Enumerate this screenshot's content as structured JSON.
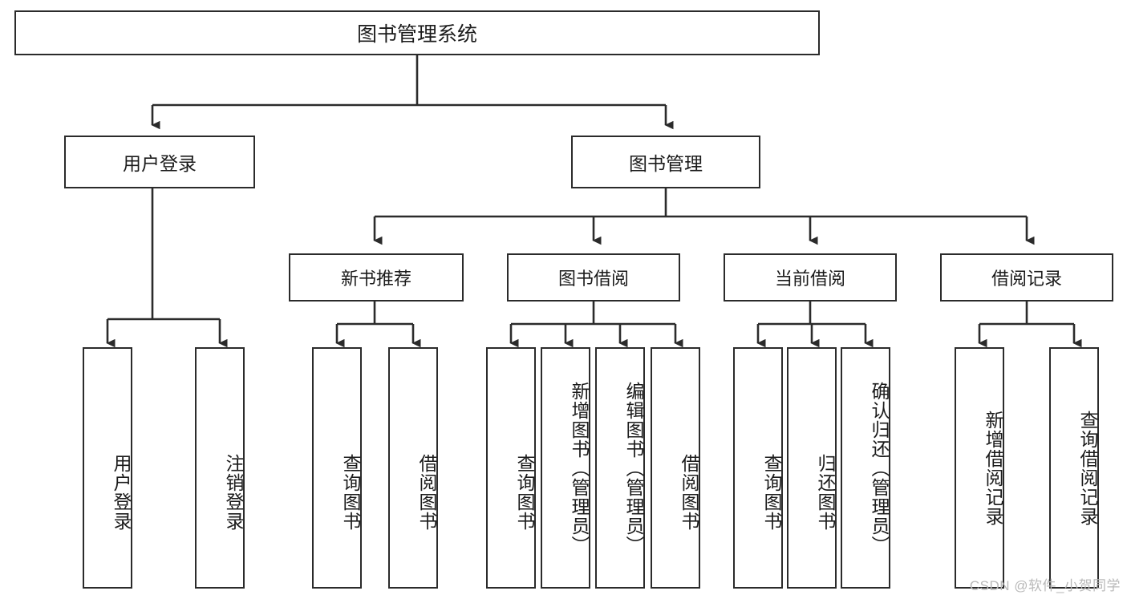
{
  "diagram": {
    "title": "图书管理系统",
    "type": "tree-hierarchy-diagram",
    "colors": {
      "box_border": "#2b2b2b",
      "box_fill": "#ffffff",
      "line": "#2b2b2b",
      "background": "#ffffff",
      "watermark": "#b9b9b9"
    },
    "root": {
      "label": "图书管理系统"
    },
    "level2": [
      {
        "label": "用户登录"
      },
      {
        "label": "图书管理"
      }
    ],
    "level3": [
      {
        "label": "新书推荐"
      },
      {
        "label": "图书借阅"
      },
      {
        "label": "当前借阅"
      },
      {
        "label": "借阅记录"
      }
    ],
    "leaves": {
      "user_login": [
        {
          "label": "用户登录"
        },
        {
          "label": "注销登录"
        }
      ],
      "new_book_recommend": [
        {
          "label": "查询图书"
        },
        {
          "label": "借阅图书"
        }
      ],
      "book_borrow": [
        {
          "label": "查询图书"
        },
        {
          "label": "新增图书（管理员）"
        },
        {
          "label": "编辑图书（管理员）"
        },
        {
          "label": "借阅图书"
        }
      ],
      "current_borrow": [
        {
          "label": "查询图书"
        },
        {
          "label": "归还图书"
        },
        {
          "label": "确认归还（管理员）"
        }
      ],
      "borrow_record": [
        {
          "label": "新增借阅记录"
        },
        {
          "label": "查询借阅记录"
        }
      ]
    },
    "watermark": "CSDN @软件_小贺同学"
  }
}
